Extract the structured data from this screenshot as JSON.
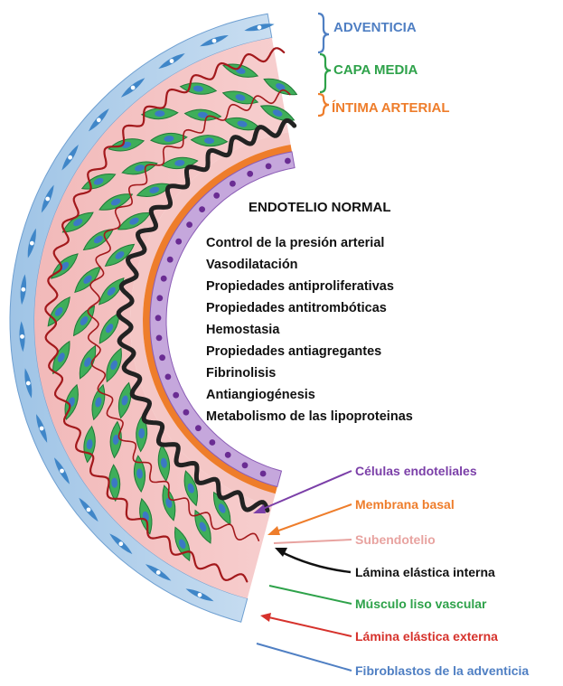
{
  "layers": {
    "adventicia": "ADVENTICIA",
    "capa_media": "CAPA MEDIA",
    "intima": "ÍNTIMA ARTERIAL"
  },
  "panel": {
    "title": "ENDOTELIO NORMAL",
    "functions": [
      "Control de la presión arterial",
      "Vasodilatación",
      "Propiedades antiproliferativas",
      "Propiedades antitrombóticas",
      "Hemostasia",
      "Propiedades antiagregantes",
      "Fibrinolisis",
      "Antiangiogénesis",
      "Metabolismo de las lipoproteinas"
    ]
  },
  "legend": [
    {
      "label": "Células endoteliales",
      "color": "#7b3fa8"
    },
    {
      "label": "Membrana basal",
      "color": "#ee7d2b"
    },
    {
      "label": "Subendotelio",
      "color": "#e8a3a0"
    },
    {
      "label": "Lámina elástica interna",
      "color": "#111111"
    },
    {
      "label": "Músculo liso vascular",
      "color": "#2ea24a"
    },
    {
      "label": "Lámina elástica externa",
      "color": "#d6322c"
    },
    {
      "label": "Fibroblastos de la adventicia",
      "color": "#4f7fc3"
    }
  ],
  "colors": {
    "adventicia": "#4f7fc3",
    "capa_media": "#2ea24a",
    "intima": "#ee7d2b"
  }
}
